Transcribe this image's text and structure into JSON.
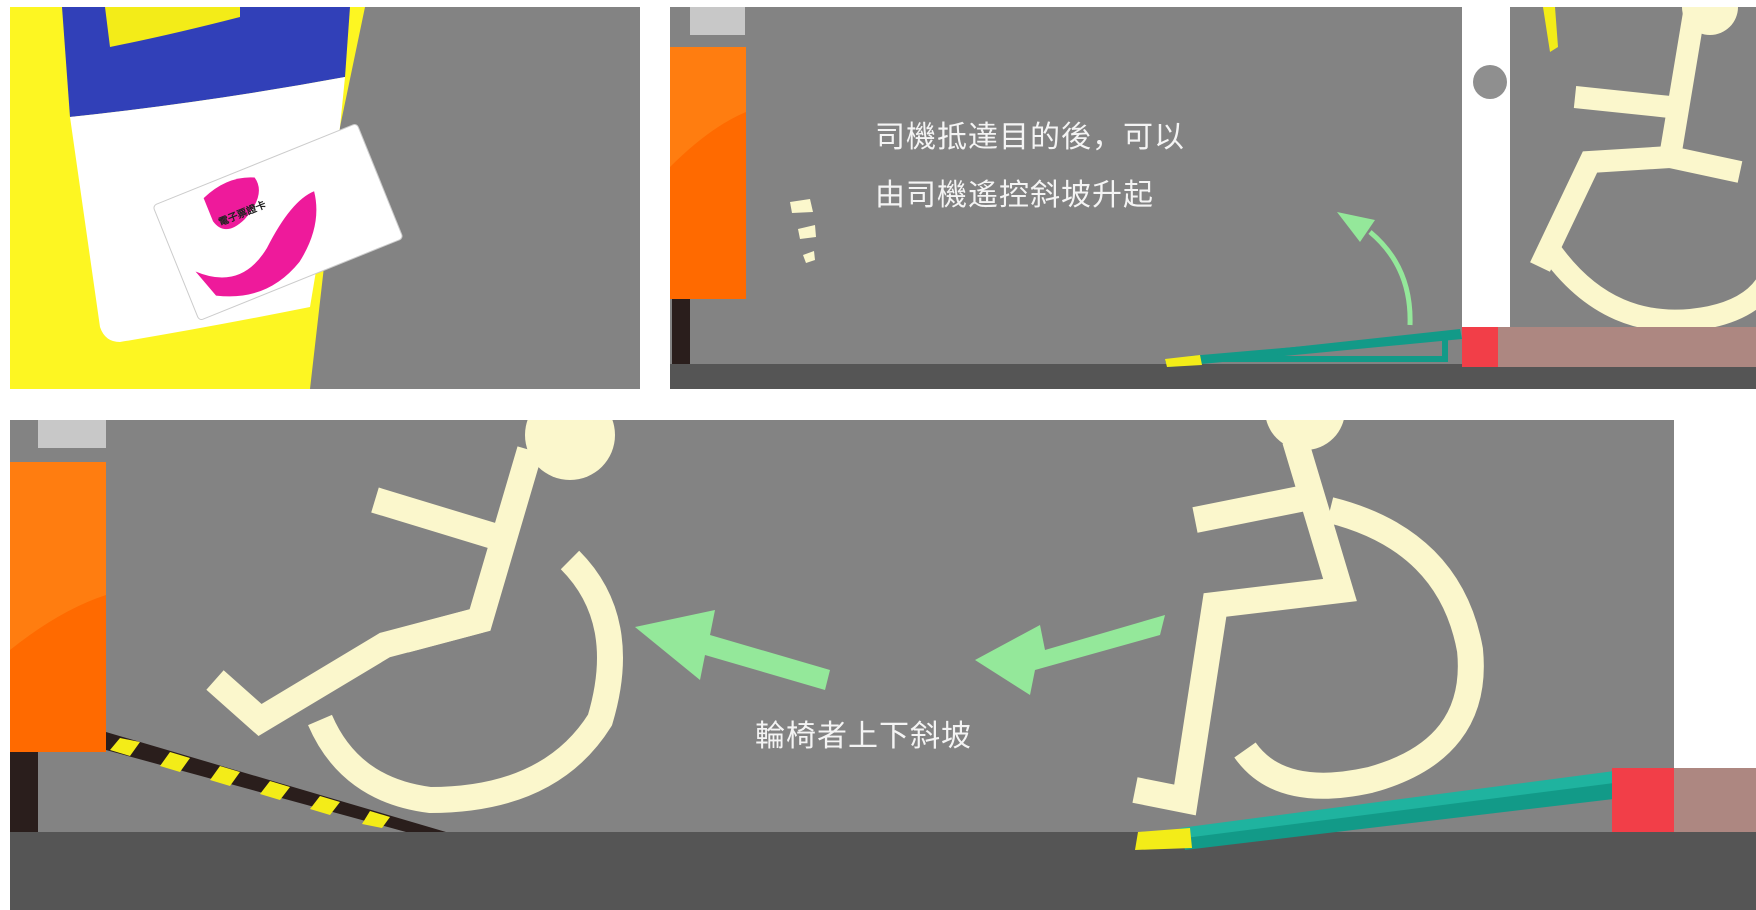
{
  "panels": [
    {
      "name": "card-scan",
      "card_text": "電子票證卡"
    },
    {
      "name": "ramp-raise",
      "caption_lines": [
        "司機抵達目的後，可以",
        "由司機遙控斜坡升起"
      ]
    },
    {
      "name": "wheelchair-boarding",
      "caption": "輪椅者上下斜坡"
    }
  ],
  "colors": {
    "panel_gray": "#838383",
    "floor_dark": "#555555",
    "wheelchair_symbol": "#fbf7cc",
    "arrow_green": "#94e89a",
    "ramp_teal": "#129a88",
    "ramp_tip_yellow": "#f3ec18",
    "door_orange": "#ff6a00",
    "bus_red": "#f23e48",
    "bus_pink": "#ad8781",
    "card_magenta": "#ee1a9b",
    "reader_yellow": "#fdf622",
    "reader_blue": "#3140b8",
    "hazard_black": "#2a1e1c"
  },
  "icons": [
    "card-reader-icon",
    "transit-card-icon",
    "wheelchair-icon",
    "arrow-left-icon",
    "curved-arrow-up-icon",
    "ramp-icon",
    "door-icon"
  ]
}
